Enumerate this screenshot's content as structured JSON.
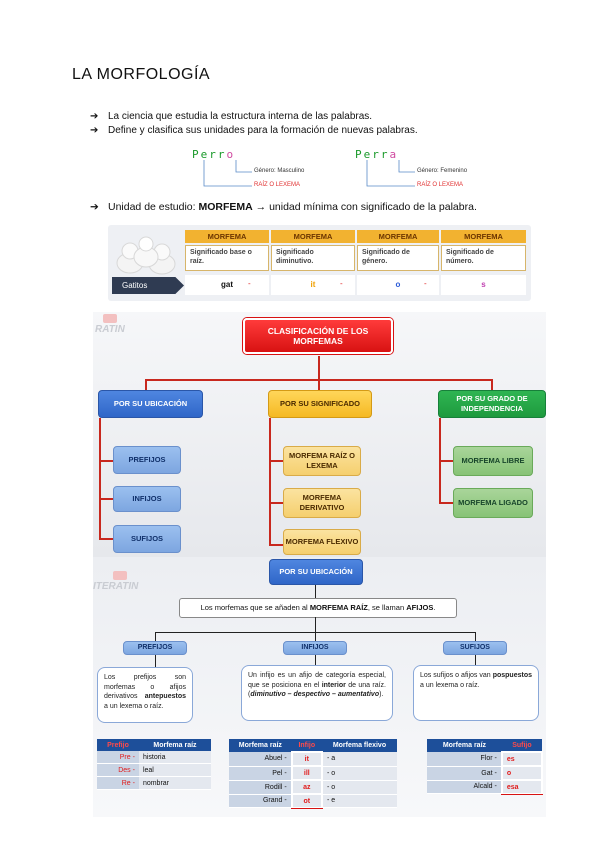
{
  "title": "LA MORFOLOGÍA",
  "bullets": [
    "La ciencia que estudia la estructura interna de las palabras.",
    "Define y clasifica sus unidades para la formación de nuevas palabras."
  ],
  "perro": {
    "stem": "Perr",
    "ending": "o",
    "gender": "Género: Masculino",
    "root": "RAÍZ O LEXEMA"
  },
  "perra": {
    "stem": "Perr",
    "ending": "a",
    "gender": "Género: Femenino",
    "root": "RAÍZ O LEXEMA"
  },
  "unit": {
    "prefix": "Unidad de estudio: ",
    "bold": "MORFEMA",
    "rest": " → unidad mínima con significado de la palabra."
  },
  "morfema_table": {
    "headers": [
      "MORFEMA",
      "MORFEMA",
      "MORFEMA",
      "MORFEMA"
    ],
    "meanings": [
      "Significado base o raíz.",
      "Significado diminutivo.",
      "Significado de género.",
      "Significado de número."
    ],
    "label": "Gatitos",
    "values": [
      "gat",
      "it",
      "o",
      "s"
    ],
    "dashes": [
      "-",
      "-",
      "-"
    ]
  },
  "diagram1": {
    "watermark": "RATIN",
    "root": "CLASIFICACIÓN DE LOS MORFEMAS",
    "branches": [
      "POR SU UBICACIÓN",
      "POR SU SIGNIFICADO",
      "POR SU GRADO DE INDEPENDENCIA"
    ],
    "ubicacion": [
      "PREFIJOS",
      "INFIJOS",
      "SUFIJOS"
    ],
    "significado": [
      "MORFEMA RAÍZ O LEXEMA",
      "MORFEMA DERIVATIVO",
      "MORFEMA FLEXIVO"
    ],
    "independencia": [
      "MORFEMA LIBRE",
      "MORFEMA LIGADO"
    ]
  },
  "diagram2": {
    "watermark": "ITERATIN",
    "root": "POR SU UBICACIÓN",
    "statement": {
      "a": "Los morfemas que se añaden al ",
      "b": "MORFEMA RAÍZ",
      "c": ", se llaman ",
      "d": "AFIJOS",
      "e": "."
    },
    "types": [
      "PREFIJOS",
      "INFIJOS",
      "SUFIJOS"
    ],
    "desc_prefijos": {
      "a": "Los prefijos son morfemas o afijos derivativos ",
      "b": "antepuestos",
      "c": " a un lexema o raíz."
    },
    "desc_infijos": {
      "a": "Un infijo es un afijo de categoría especial, que se posiciona en el ",
      "b": "interior",
      "c": " de una raíz. (",
      "d": "diminutivo – despectivo – aumentativo",
      "e": ")."
    },
    "desc_sufijos": {
      "a": "Los sufijos o afijos van ",
      "b": "pospuestos",
      "c": " a un lexema o raíz."
    },
    "tab_prefijos": {
      "headers": [
        "Prefijo",
        "Morfema raíz"
      ],
      "rows": [
        [
          "Pre -",
          "historia"
        ],
        [
          "Des -",
          "leal"
        ],
        [
          "Re -",
          "nombrar"
        ]
      ]
    },
    "tab_infijos": {
      "headers": [
        "Morfema raíz",
        "Infijo",
        "Morfema flexivo"
      ],
      "rows": [
        [
          "Abuel -",
          "it",
          "- a"
        ],
        [
          "Pel -",
          "ill",
          "- o"
        ],
        [
          "Rodill -",
          "az",
          "- o"
        ],
        [
          "Grand -",
          "ot",
          "- e"
        ]
      ]
    },
    "tab_sufijos": {
      "headers": [
        "Morfema raíz",
        "Sufijo"
      ],
      "rows": [
        [
          "Flor -",
          "es"
        ],
        [
          "Gat -",
          "o"
        ],
        [
          "Alcald -",
          "esa"
        ]
      ]
    }
  }
}
